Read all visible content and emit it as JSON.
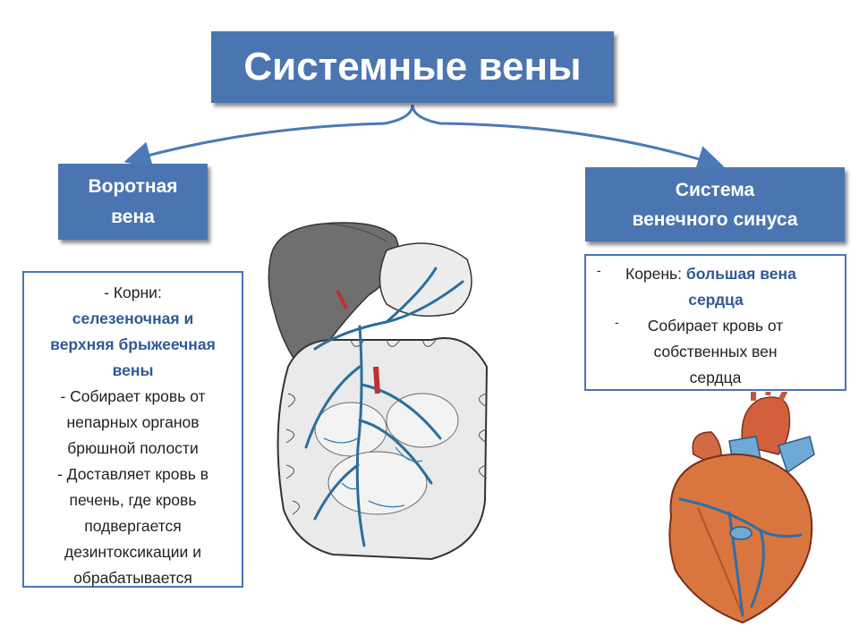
{
  "title": "Системные вены",
  "left_heading": {
    "line1": "Воротная",
    "line2": "вена"
  },
  "right_heading": {
    "line1": "Система",
    "line2": "венечного синуса"
  },
  "left_text": {
    "l1": "- Корни:",
    "hl1": "селезеночная и",
    "hl2": "верхняя брыжеечная",
    "hl3": "вены",
    "l2": "- Собирает кровь от",
    "l3": "непарных органов",
    "l4": "брюшной полости",
    "l5": "- Доставляет кровь в",
    "l6": "печень, где кровь",
    "l7": "подвергается",
    "l8": "дезинтоксикации и",
    "l9": "обрабатывается"
  },
  "right_text": {
    "bullet1": "-",
    "root_prefix": "Корень: ",
    "hl1": "большая вена",
    "hl2": "сердца",
    "bullet2": "-",
    "l1": "Собирает кровь от",
    "l2": "собственных вен",
    "l3": "сердца"
  },
  "illustrations": {
    "abdomen": "abdominal-organs-illustration",
    "heart": "heart-illustration"
  },
  "colors": {
    "box_blue": "#4a75b1",
    "highlight": "#2f5a96",
    "arrow": "#4a7ab7"
  }
}
